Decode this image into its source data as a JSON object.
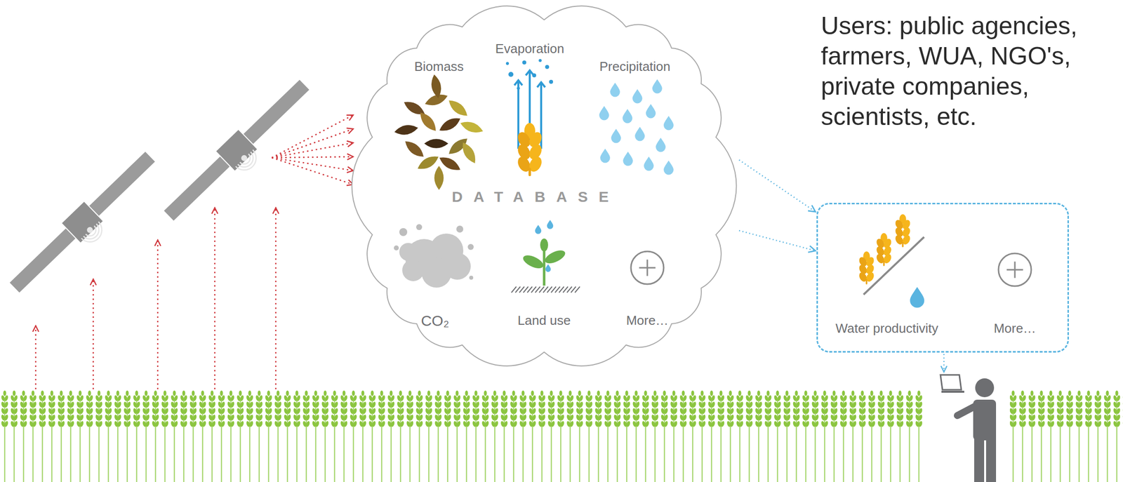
{
  "diagram": {
    "nodes": [
      {
        "text": [
          "Biomass",
          "Evaporation",
          "Precipitation",
          "DATABASE",
          "CO₂",
          "Land use",
          "More…"
        ]
      },
      {
        "text": [
          "Water productivity",
          "More…"
        ]
      }
    ],
    "edges": [
      {
        "from": 0,
        "to": 1,
        "arrow": "to"
      },
      {
        "from": 0,
        "to": 1,
        "arrow": "to"
      }
    ],
    "labels": [
      "Users: public agencies, farmers, WUA, NGO's, private companies, scientists, etc."
    ]
  }
}
